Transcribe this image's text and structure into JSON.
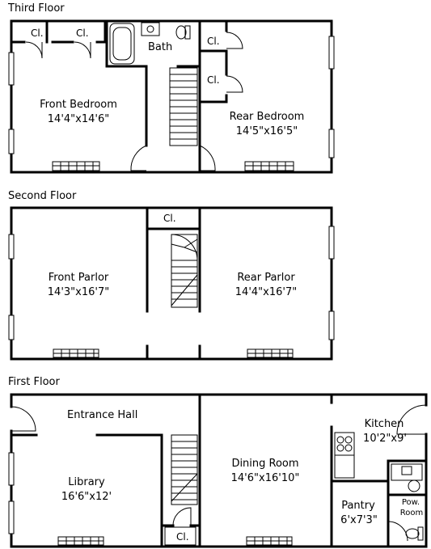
{
  "floors": {
    "third": {
      "title": "Third Floor",
      "closet_1": "Cl.",
      "closet_2": "Cl.",
      "closet_3": "Cl.",
      "closet_4": "Cl.",
      "bath": "Bath",
      "front_bedroom": {
        "name": "Front Bedroom",
        "dims": "14'4\"x14'6\""
      },
      "rear_bedroom": {
        "name": "Rear Bedroom",
        "dims": "14'5\"x16'5\""
      }
    },
    "second": {
      "title": "Second Floor",
      "closet": "Cl.",
      "front_parlor": {
        "name": "Front Parlor",
        "dims": "14'3\"x16'7\""
      },
      "rear_parlor": {
        "name": "Rear Parlor",
        "dims": "14'4\"x16'7\""
      }
    },
    "first": {
      "title": "First Floor",
      "entrance_hall": "Entrance Hall",
      "library": {
        "name": "Library",
        "dims": "16'6\"x12'"
      },
      "dining_room": {
        "name": "Dining Room",
        "dims": "14'6\"x16'10\""
      },
      "kitchen": {
        "name": "Kitchen",
        "dims": "10'2\"x9'"
      },
      "pantry": {
        "name": "Pantry",
        "dims": "6'x7'3\""
      },
      "powder_room": {
        "line1": "Pow.",
        "line2": "Room"
      },
      "closet": "Cl."
    }
  }
}
